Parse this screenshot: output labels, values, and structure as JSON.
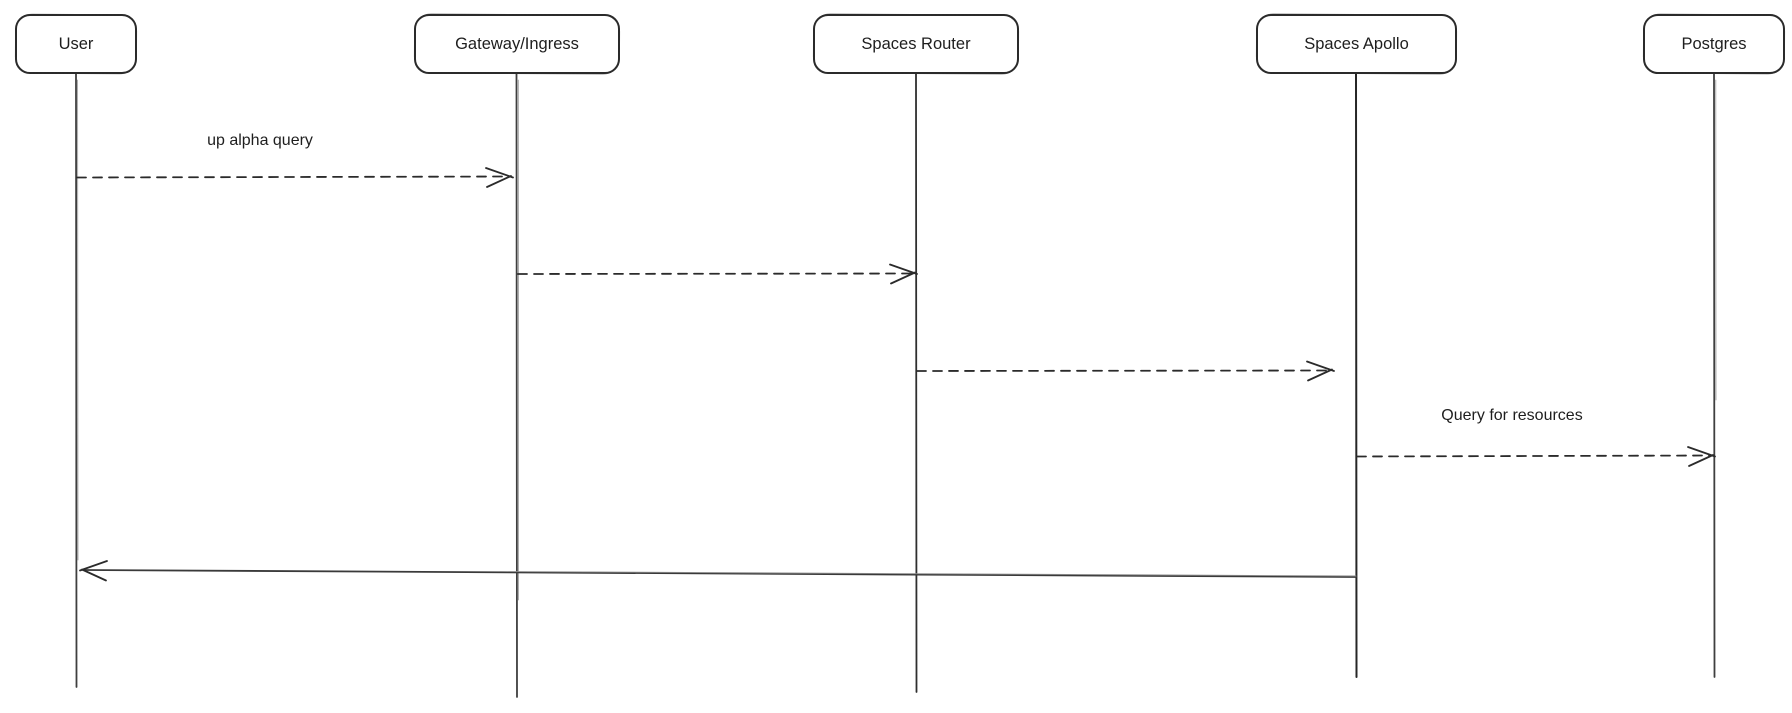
{
  "diagram": {
    "kind": "sequence-diagram",
    "style": "hand-drawn",
    "colors": {
      "background": "#ffffff",
      "stroke": "#2b2b2b",
      "lifeline": "#4a4a4a",
      "text": "#1e1e1e"
    },
    "actors": [
      {
        "id": "user",
        "label": "User"
      },
      {
        "id": "gateway",
        "label": "Gateway/Ingress"
      },
      {
        "id": "spaces-router",
        "label": "Spaces Router"
      },
      {
        "id": "spaces-apollo",
        "label": "Spaces Apollo"
      },
      {
        "id": "postgres",
        "label": "Postgres"
      }
    ],
    "messages": [
      {
        "from": "User",
        "to": "Gateway/Ingress",
        "label": "up alpha query",
        "line": "dashed",
        "direction": "right"
      },
      {
        "from": "Gateway/Ingress",
        "to": "Spaces Router",
        "label": "",
        "line": "dashed",
        "direction": "right"
      },
      {
        "from": "Spaces Router",
        "to": "Spaces Apollo",
        "label": "",
        "line": "dashed",
        "direction": "right"
      },
      {
        "from": "Spaces Apollo",
        "to": "Postgres",
        "label": "Query for resources",
        "line": "dashed",
        "direction": "right"
      },
      {
        "from": "Spaces Apollo",
        "to": "User",
        "label": "",
        "line": "solid",
        "direction": "left"
      }
    ]
  }
}
